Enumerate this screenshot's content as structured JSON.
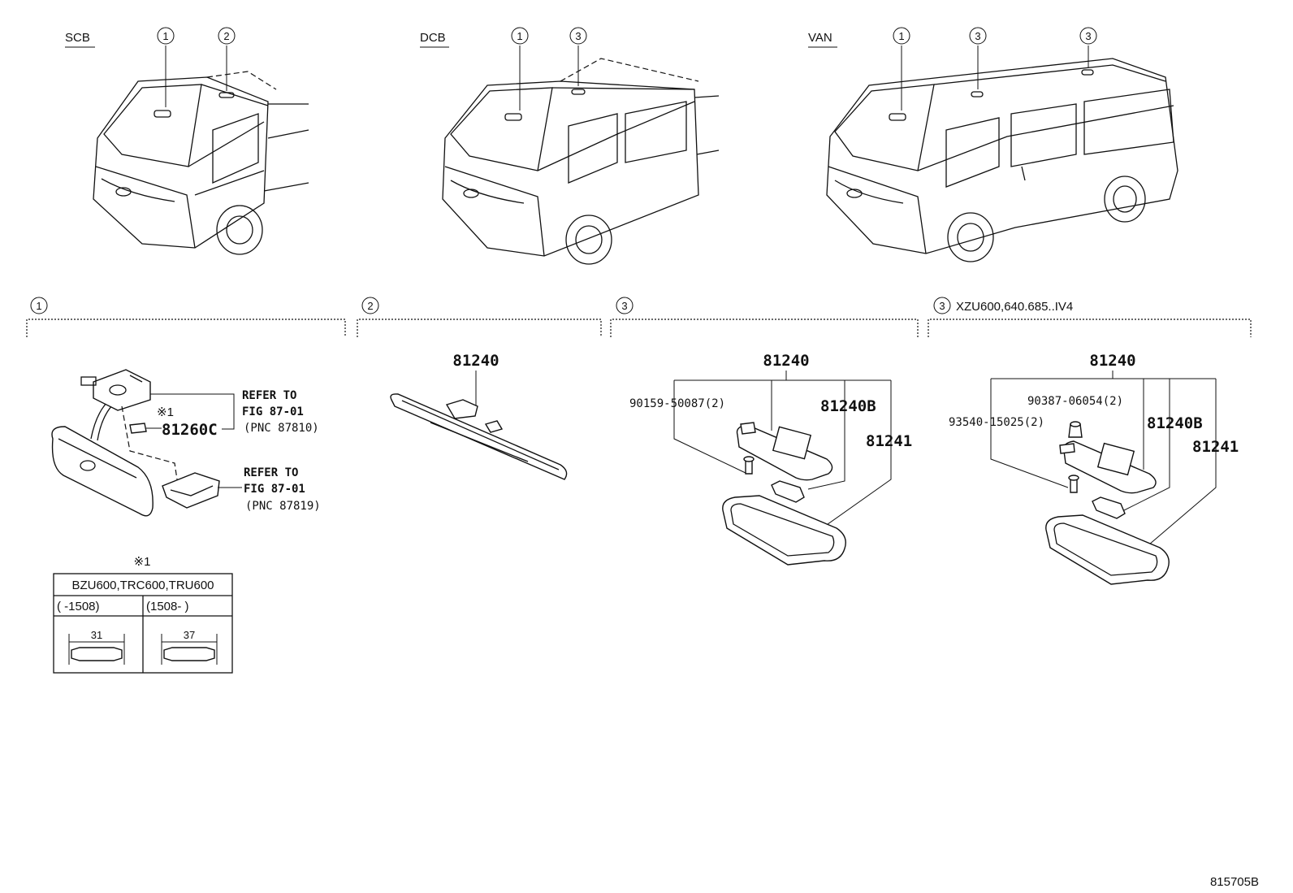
{
  "vehicles": [
    {
      "label": "SCB",
      "callouts": [
        "1",
        "2"
      ]
    },
    {
      "label": "DCB",
      "callouts": [
        "1",
        "3"
      ]
    },
    {
      "label": "VAN",
      "callouts": [
        "1",
        "3",
        "3"
      ]
    }
  ],
  "sections": [
    {
      "num": "1",
      "note": ""
    },
    {
      "num": "2",
      "note": ""
    },
    {
      "num": "3",
      "note": ""
    },
    {
      "num": "3",
      "note": "XZU600,640.685..IV4"
    }
  ],
  "section1": {
    "part": "81260C",
    "mark": "※1",
    "ref1": {
      "line1": "REFER TO",
      "line2": "FIG 87-01",
      "line3": "(PNC 87810)"
    },
    "ref2": {
      "line1": "REFER TO",
      "line2": "FIG 87-01",
      "line3": "(PNC 87819)"
    },
    "table": {
      "mark": "※1",
      "header": "BZU600,TRC600,TRU600",
      "col1": "(        -1508)",
      "col2": "(1508-         )",
      "dim1": "31",
      "dim2": "37"
    }
  },
  "section2": {
    "part": "81240"
  },
  "section3": {
    "top": "81240",
    "screw": "90159-50087(2)",
    "bulb": "81240B",
    "lens": "81241"
  },
  "section4": {
    "top": "81240",
    "screw1": "90387-06054(2)",
    "screw2": "93540-15025(2)",
    "bulb": "81240B",
    "lens": "81241"
  },
  "figure_id": "815705B"
}
